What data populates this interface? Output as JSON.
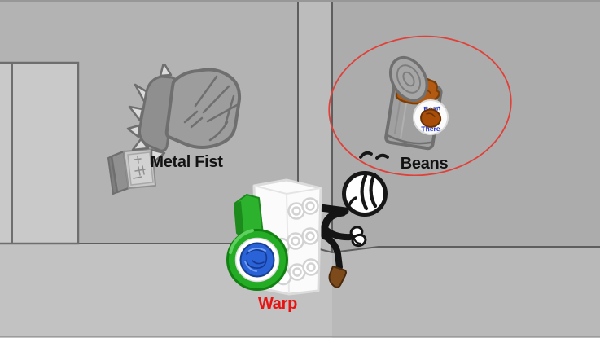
{
  "items": [
    {
      "id": "metal-fist",
      "label": "Metal Fist",
      "circled": false
    },
    {
      "id": "beans",
      "label": "Beans",
      "circled": true
    },
    {
      "id": "warp",
      "label": "Warp",
      "circled": false
    }
  ],
  "beans_can": {
    "label_line1": "Bean",
    "label_line2": "There"
  },
  "colors": {
    "wall_left": "#b3b3b3",
    "wall_right": "#acacac",
    "pillar": "#bcbcbc",
    "door": "#c9c9c9",
    "floor_left": "#c2c2c2",
    "floor_right": "#b9b9b9",
    "outline": "#5e5e5e",
    "label_text": "#121212",
    "warp_label": "#e81414",
    "highlight_circle": "#e04038",
    "machine_green": "#2db22d",
    "portal_blue": "#2a62d8",
    "beans_brown": "#b35a12",
    "shoe_brown": "#7d4a1b"
  }
}
